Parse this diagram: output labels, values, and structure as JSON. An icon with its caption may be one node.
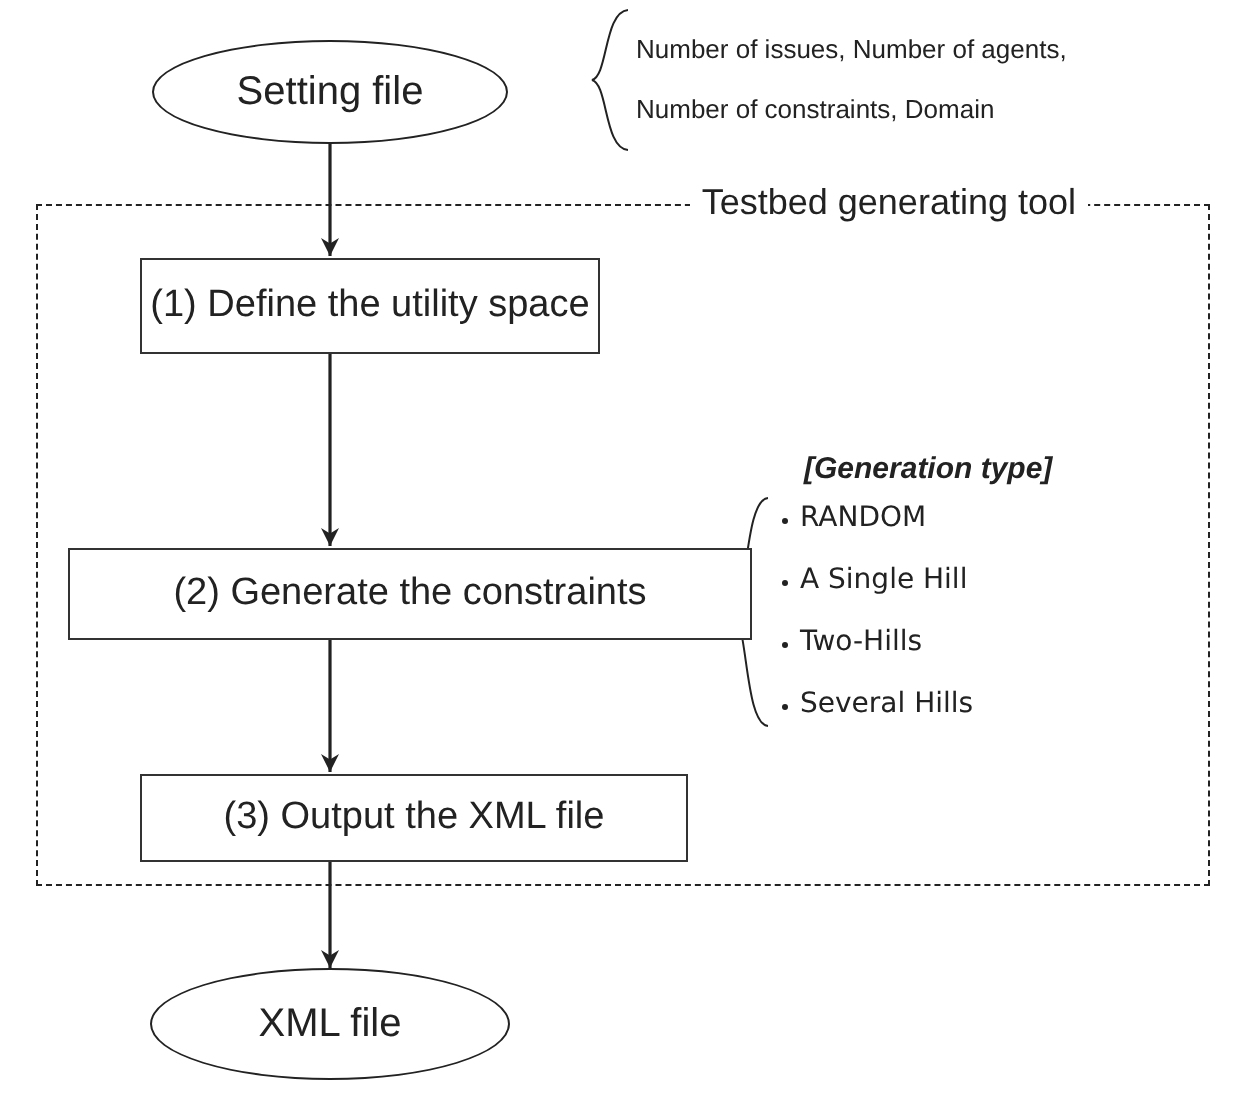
{
  "diagram": {
    "nodes": [
      {
        "text": [
          "Setting file"
        ]
      },
      {
        "text": [
          "Testbed generating tool"
        ]
      },
      {
        "text": [
          "(1) Define the utility space"
        ],
        "in": 1
      },
      {
        "text": [
          "(2) Generate the constraints"
        ],
        "in": 1,
        "beside": [
          "[Generation type]",
          "RANDOM",
          "A Single Hill",
          "Two-Hills",
          "Several Hills"
        ]
      },
      {
        "text": [
          "(3) Output the XML file"
        ],
        "in": 1
      },
      {
        "text": [
          "XML file"
        ]
      }
    ],
    "edges": [
      {
        "from": 0,
        "to": 2,
        "arrow": "to"
      },
      {
        "from": 2,
        "to": 3,
        "arrow": "to"
      },
      {
        "from": 3,
        "to": 4,
        "arrow": "to"
      },
      {
        "from": 4,
        "to": 5,
        "arrow": "to"
      }
    ],
    "labels": [
      "Number of issues, Number of agents, Number of constraints, Domain"
    ]
  }
}
